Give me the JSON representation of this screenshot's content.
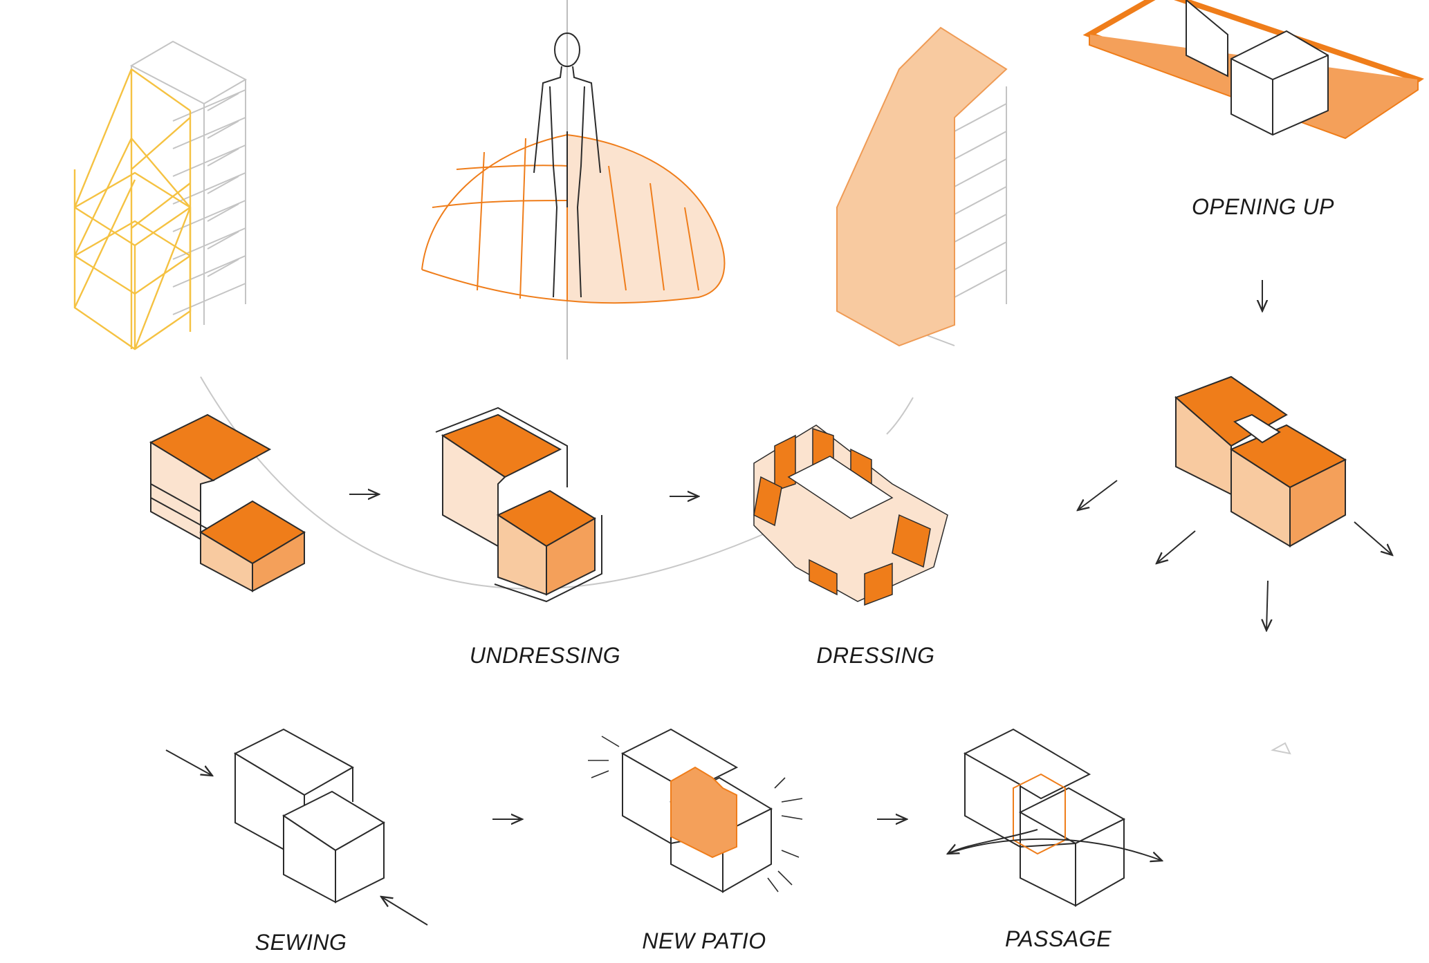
{
  "labels": {
    "opening_up": "OPENING UP",
    "undressing": "UNDRESSING",
    "dressing": "DRESSING",
    "sewing": "SEWING",
    "new_patio": "NEW PATIO",
    "passage": "PASSAGE"
  },
  "colors": {
    "orange": "#ef7d1a",
    "orange_mid": "#f4a05a",
    "orange_light": "#f8caa0",
    "orange_pale": "#fbe3cf",
    "yellow": "#f5c242",
    "line": "#2b2b2b",
    "grey": "#b8b8b8"
  },
  "arrow_icons": [
    "arrow-right-icon",
    "arrow-down-icon",
    "arrow-diagonal-icon"
  ]
}
